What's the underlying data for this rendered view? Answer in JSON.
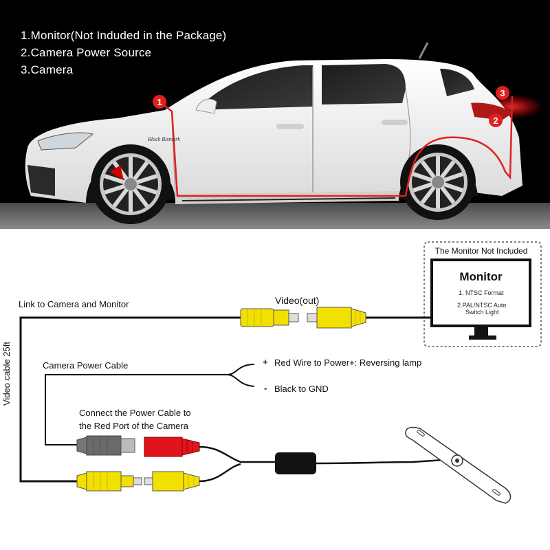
{
  "legend": {
    "item1": "1.Monitor(Not Induded in the Package)",
    "item2": "2.Camera Power Source",
    "item3": "3.Camera"
  },
  "markers": {
    "m1": "1",
    "m2": "2",
    "m3": "3"
  },
  "car": {
    "badge": "Black Bismark"
  },
  "diagram": {
    "link_label": "Link to Camera and Monitor",
    "video_label": "Video(out)",
    "vertical_label": "Video cable 25ft",
    "power_cable_label": "Camera Power Cable",
    "plus_sign": "+",
    "minus_sign": "-",
    "red_wire": "Red Wire to Power+: Reversing lamp",
    "black_wire": "Black to GND",
    "connect_line1": "Connect the Power Cable to",
    "connect_line2": "the Red Port of the Camera"
  },
  "monitor": {
    "box_title": "The Monitor Not Included",
    "heading": "Monitor",
    "note1": "1. NTSC Format",
    "note2_line1": "2.PAL/NTSC Auto",
    "note2_line2": "Switch Light"
  },
  "colors": {
    "wire_red": "#e02020",
    "rca_yellow": "#f2e000",
    "plug_red": "#e0141c",
    "plug_gray": "#6a6a6a"
  }
}
